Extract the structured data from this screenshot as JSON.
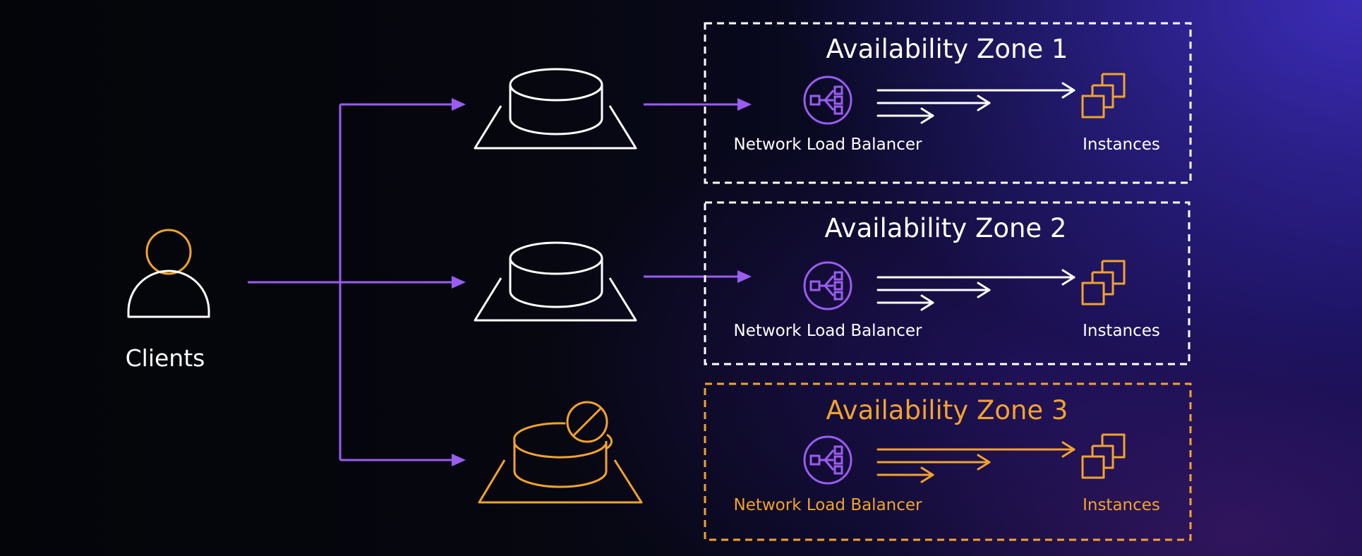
{
  "colors": {
    "accent": "#9b5cf0",
    "default_line": "#ffffff",
    "warning": "#f2a32c",
    "client_head": "#f2a32c"
  },
  "clients": {
    "label": "Clients",
    "icon": "user-icon"
  },
  "zones": [
    {
      "title": "Availability Zone 1",
      "status": "healthy",
      "load_balancer_label": "Network Load Balancer",
      "load_balancer_icon": "network-load-balancer-icon",
      "instances_label": "Instances",
      "instances_icon": "instances-icon"
    },
    {
      "title": "Availability Zone 2",
      "status": "healthy",
      "load_balancer_label": "Network Load Balancer",
      "load_balancer_icon": "network-load-balancer-icon",
      "instances_label": "Instances",
      "instances_icon": "instances-icon"
    },
    {
      "title": "Availability Zone 3",
      "status": "impaired",
      "load_balancer_label": "Network Load Balancer",
      "load_balancer_icon": "network-load-balancer-icon",
      "instances_label": "Instances",
      "instances_icon": "instances-icon"
    }
  ],
  "endpoints": [
    {
      "icon": "endpoint-icon",
      "status": "healthy"
    },
    {
      "icon": "endpoint-icon",
      "status": "healthy"
    },
    {
      "icon": "endpoint-blocked-icon",
      "status": "blocked"
    }
  ]
}
